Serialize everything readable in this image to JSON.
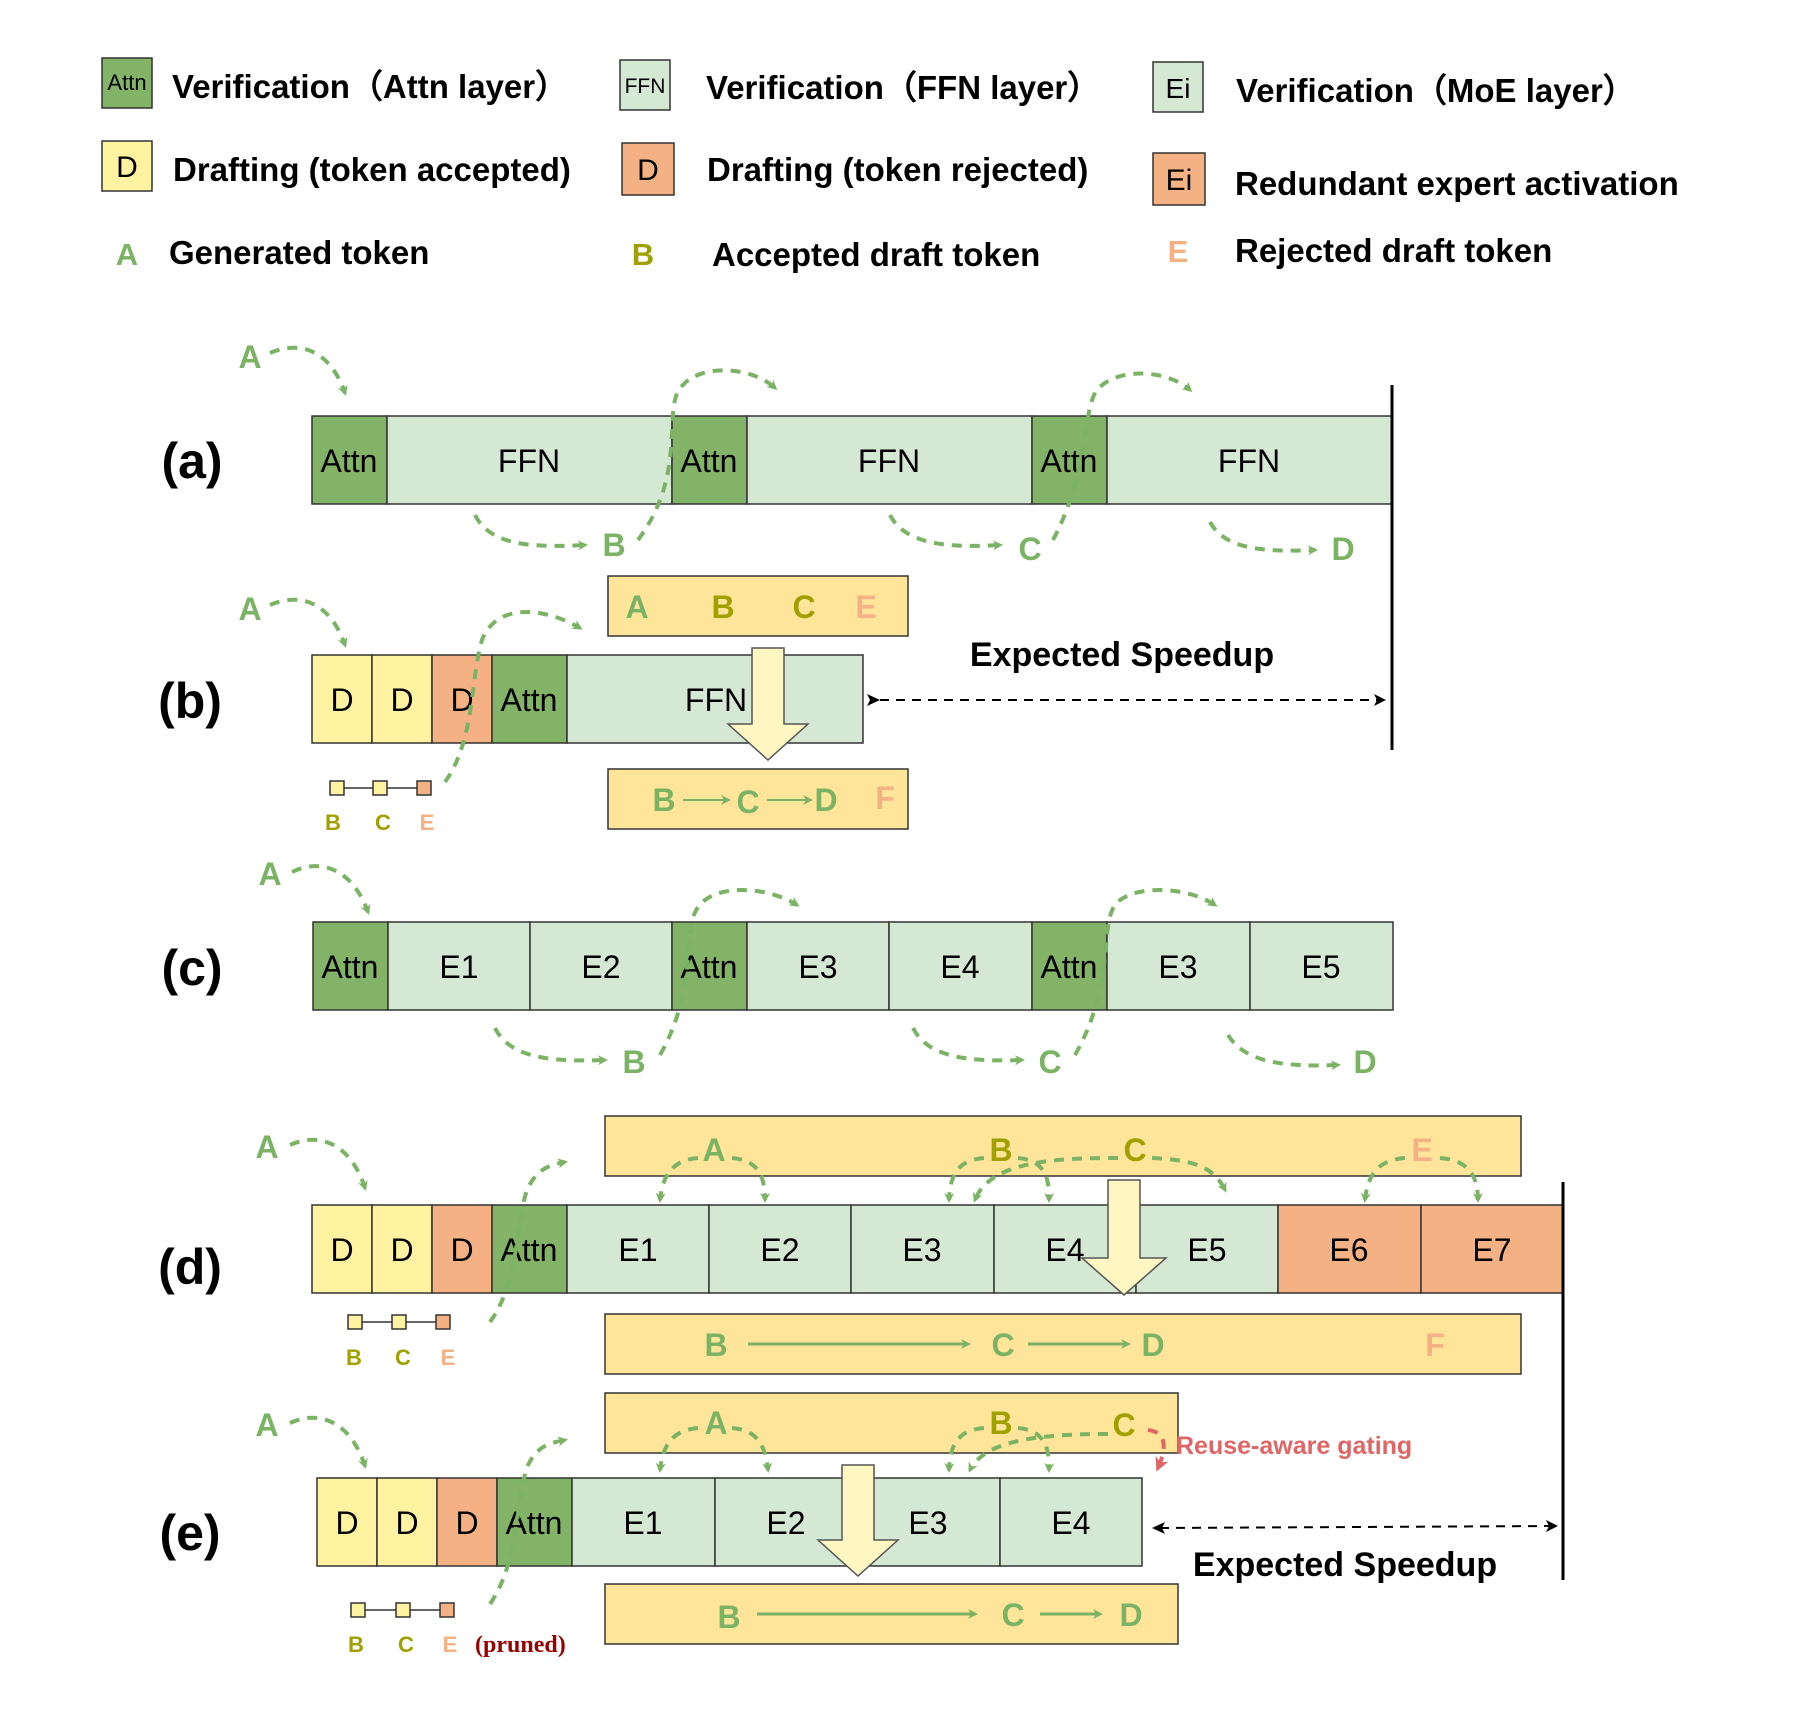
{
  "colors": {
    "attn": "#82b366",
    "ffn": "#d5e8d4",
    "draft_accepted": "#fff2a0",
    "draft_rejected": "#f4b183",
    "box_yellow": "#ffe599",
    "arrow_green": "#7bb365",
    "token_generated": "#7bb365",
    "token_accepted": "#a0a000",
    "token_rejected": "#f4b183",
    "gating_red": "#e06666",
    "pruned": "#990000"
  },
  "legend": {
    "attn_chip": "Attn",
    "attn_label": "Verification（Attn layer）",
    "ffn_chip": "FFN",
    "ffn_label": "Verification（FFN layer）",
    "moe_chip": "Ei",
    "moe_label": "Verification（MoE layer）",
    "accepted_chip": "D",
    "accepted_label": "Drafting (token accepted)",
    "rejected_chip": "D",
    "rejected_label": "Drafting (token rejected)",
    "redundant_chip": "Ei",
    "redundant_label": "Redundant expert activation",
    "gen_chip": "A",
    "gen_label": "Generated token",
    "acc_chip": "B",
    "acc_label": "Accepted draft token",
    "rej_chip": "E",
    "rej_label": "Rejected draft token"
  },
  "rows": {
    "a": {
      "label": "(a)",
      "attn": "Attn",
      "ffn": "FFN",
      "tokens": [
        "A",
        "B",
        "C",
        "D"
      ]
    },
    "b": {
      "label": "(b)",
      "drafts": [
        "D",
        "D",
        "D"
      ],
      "attn": "Attn",
      "ffn": "FFN",
      "box_top": [
        "A",
        "B",
        "C",
        "E"
      ],
      "box_bottom": [
        "B",
        "C",
        "D",
        "F"
      ],
      "chain": [
        "B",
        "C",
        "E"
      ],
      "start_token": "A",
      "speedup": "Expected Speedup"
    },
    "c": {
      "label": "(c)",
      "attn": "Attn",
      "experts": [
        "E1",
        "E2",
        "E3",
        "E4",
        "E3",
        "E5"
      ],
      "tokens": [
        "A",
        "B",
        "C",
        "D"
      ]
    },
    "d": {
      "label": "(d)",
      "drafts": [
        "D",
        "D",
        "D"
      ],
      "attn": "Attn",
      "experts": [
        "E1",
        "E2",
        "E3",
        "E4",
        "E5",
        "E6",
        "E7"
      ],
      "box_top": [
        "A",
        "B",
        "C",
        "E"
      ],
      "box_bottom": [
        "B",
        "C",
        "D",
        "F"
      ],
      "chain": [
        "B",
        "C",
        "E"
      ],
      "start_token": "A"
    },
    "e": {
      "label": "(e)",
      "drafts": [
        "D",
        "D",
        "D"
      ],
      "attn": "Attn",
      "experts": [
        "E1",
        "E2",
        "E3",
        "E4"
      ],
      "box_top": [
        "A",
        "B",
        "C"
      ],
      "box_bottom": [
        "B",
        "C",
        "D"
      ],
      "chain": [
        "B",
        "C",
        "E"
      ],
      "pruned": "(pruned)",
      "gating": "Reuse-aware gating",
      "speedup": "Expected Speedup",
      "start_token": "A"
    }
  }
}
